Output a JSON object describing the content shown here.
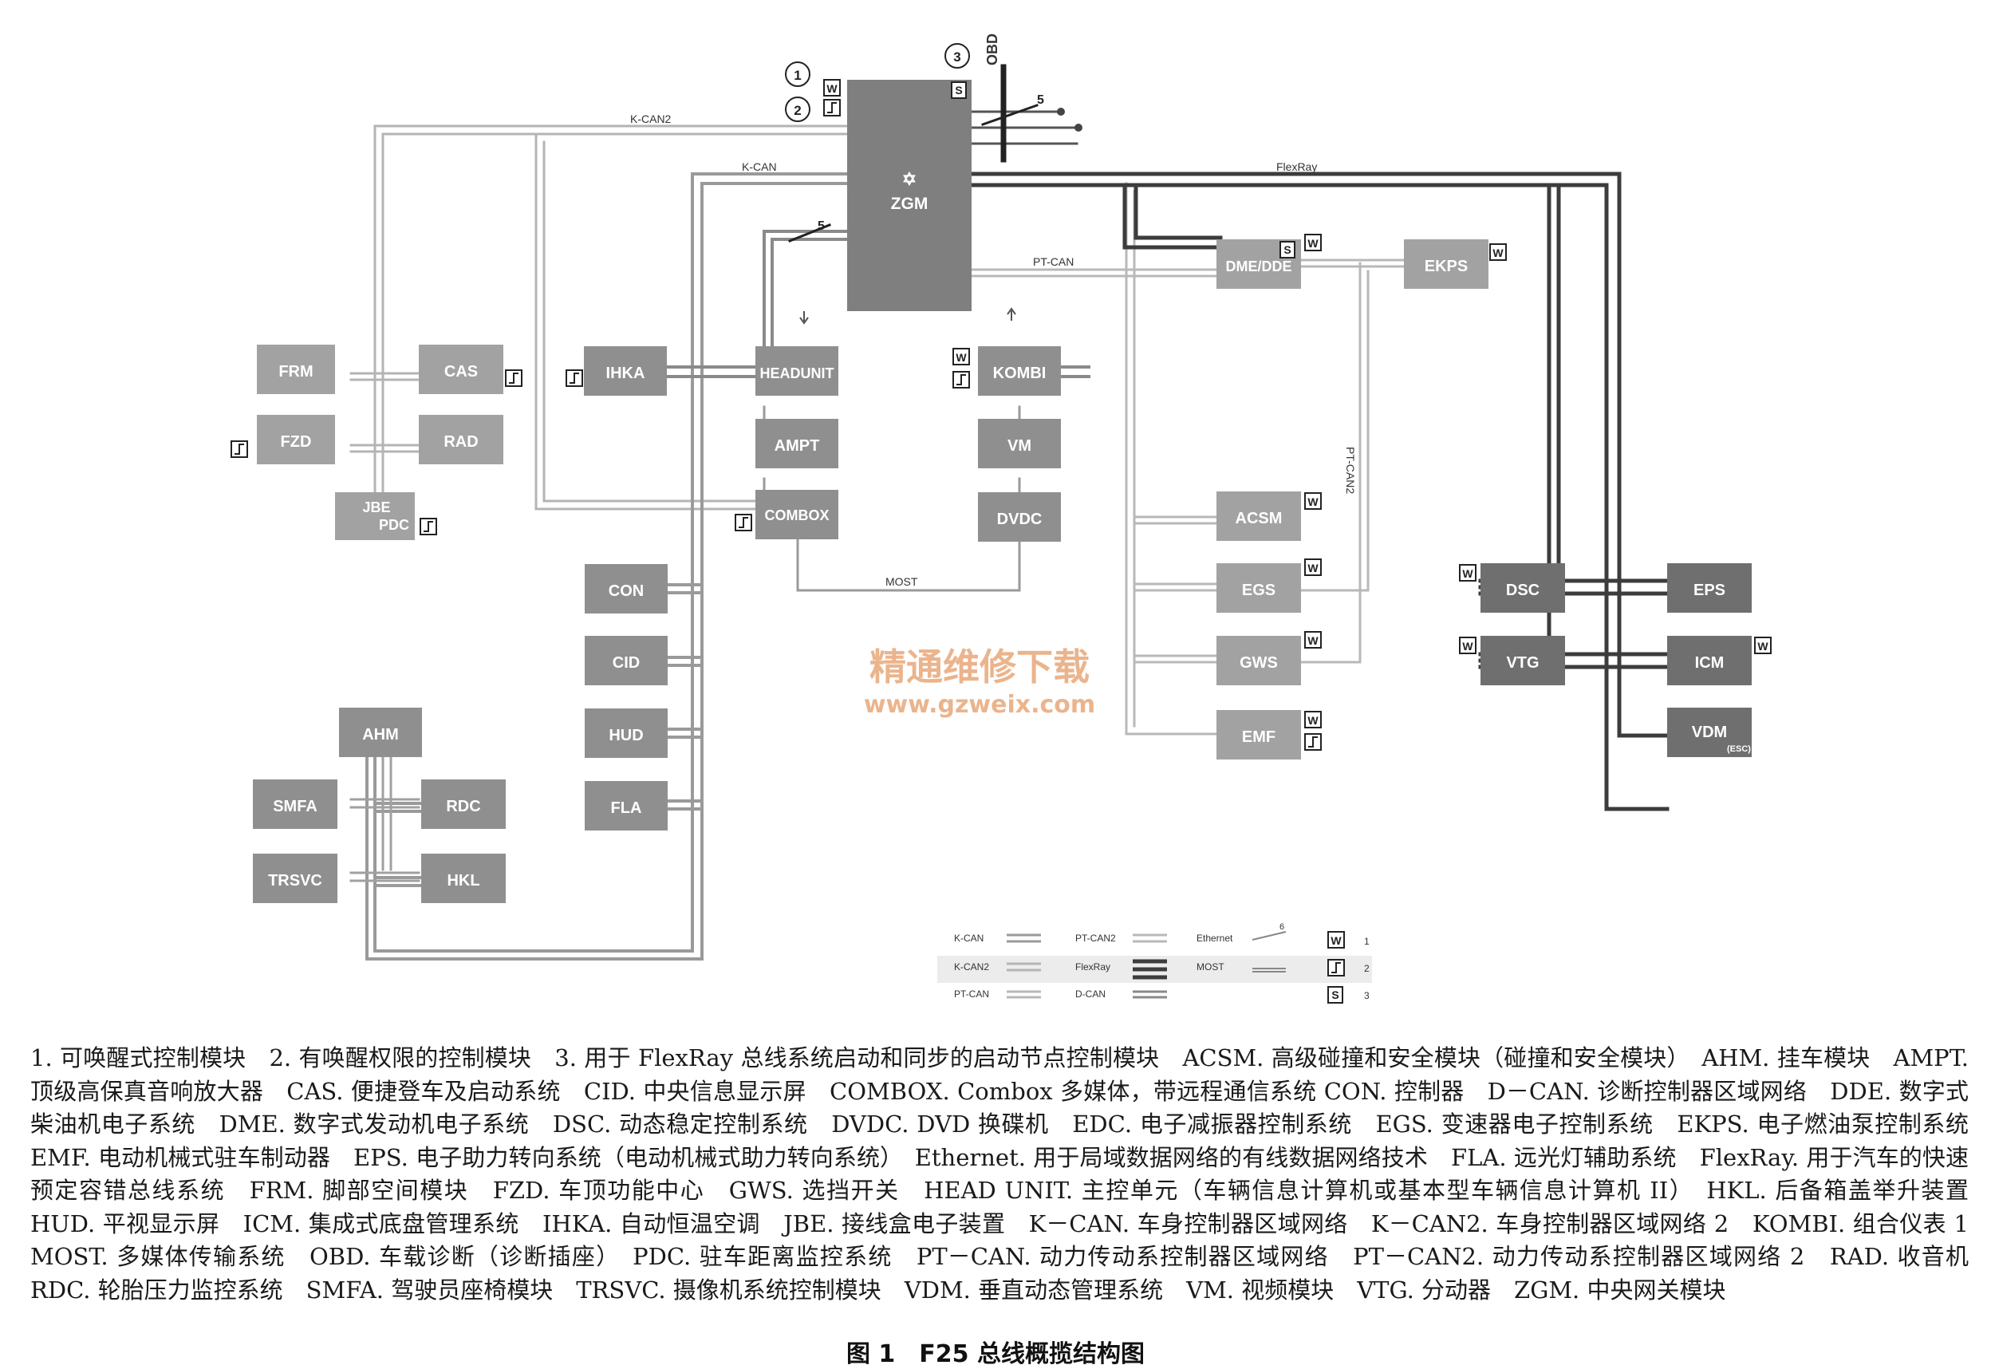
{
  "ecus": {
    "zgm": "ZGM",
    "frm": "FRM",
    "cas": "CAS",
    "fzd": "FZD",
    "rad": "RAD",
    "jbe": "JBE",
    "pdc": "PDC",
    "ihka": "IHKA",
    "headunit": "HEADUNIT",
    "ampt": "AMPT",
    "combox": "COMBOX",
    "kombi": "KOMBI",
    "vm": "VM",
    "dvdc": "DVDC",
    "dme": "DME/DDE",
    "ekps": "EKPS",
    "acsm": "ACSM",
    "egs": "EGS",
    "gws": "GWS",
    "emf": "EMF",
    "con": "CON",
    "cid": "CID",
    "hud": "HUD",
    "fla": "FLA",
    "ahm": "AHM",
    "smfa": "SMFA",
    "rdc": "RDC",
    "trsvc": "TRSVC",
    "hkl": "HKL",
    "dsc": "DSC",
    "eps": "EPS",
    "vtg": "VTG",
    "icm": "ICM",
    "vdm": "VDM",
    "vdm_sub": "(ESC)"
  },
  "buses": {
    "kcan2": "K-CAN2",
    "kcan": "K-CAN",
    "flexray": "FlexRay",
    "ptcan": "PT-CAN",
    "ptcan2": "PT-CAN2",
    "most": "MOST",
    "obd": "OBD"
  },
  "markers": {
    "w": "W",
    "s": "S",
    "n1": "1",
    "n2": "2",
    "n3": "3",
    "n5a": "5",
    "n5b": "5",
    "n6": "6"
  },
  "legend": {
    "kcan": "K-CAN",
    "kcan2": "K-CAN2",
    "ptcan": "PT-CAN",
    "ptcan2": "PT-CAN2",
    "flexray": "FlexRay",
    "dcan": "D-CAN",
    "ethernet": "Ethernet",
    "most": "MOST",
    "n1": "1",
    "n2": "2",
    "n3": "3"
  },
  "watermark": {
    "line1": "精通维修下载",
    "line2": "www.gzweix.com"
  },
  "caption": "1. 可唤醒式控制模块　2. 有唤醒权限的控制模块　3. 用于 FlexRay 总线系统启动和同步的启动节点控制模块　ACSM. 高级碰撞和安全模块（碰撞和安全模块）　AHM. 挂车模块　AMPT. 顶级高保真音响放大器　CAS. 便捷登车及启动系统　CID. 中央信息显示屏　COMBOX. Combox 多媒体，带远程通信系统 CON. 控制器　D－CAN. 诊断控制器区域网络　DDE. 数字式柴油机电子系统　DME. 数字式发动机电子系统　DSC. 动态稳定控制系统　DVDC. DVD 换碟机　EDC. 电子减振器控制系统　EGS. 变速器电子控制系统　EKPS. 电子燃油泵控制系统　EMF. 电动机械式驻车制动器　EPS. 电子助力转向系统（电动机械式助力转向系统）　Ethernet. 用于局域数据网络的有线数据网络技术　FLA. 远光灯辅助系统　FlexRay. 用于汽车的快速预定容错总线系统　FRM. 脚部空间模块　FZD. 车顶功能中心　GWS. 选挡开关　HEAD UNIT. 主控单元（车辆信息计算机或基本型车辆信息计算机 II）　HKL. 后备箱盖举升装置　HUD. 平视显示屏　ICM. 集成式底盘管理系统　IHKA. 自动恒温空调　JBE. 接线盒电子装置　K－CAN. 车身控制器区域网络　K－CAN2. 车身控制器区域网络 2　KOMBI. 组合仪表 1　MOST. 多媒体传输系统　OBD. 车载诊断（诊断插座）　PDC. 驻车距离监控系统　PT－CAN. 动力传动系控制器区域网络　PT－CAN2. 动力传动系控制器区域网络 2　RAD. 收音机　RDC. 轮胎压力监控系统　SMFA. 驾驶员座椅模块　TRSVC. 摄像机系统控制模块　VDM. 垂直动态管理系统　VM. 视频模块　VTG. 分动器　ZGM. 中央网关模块",
  "figure_title": "图 1　F25 总线概揽结构图"
}
